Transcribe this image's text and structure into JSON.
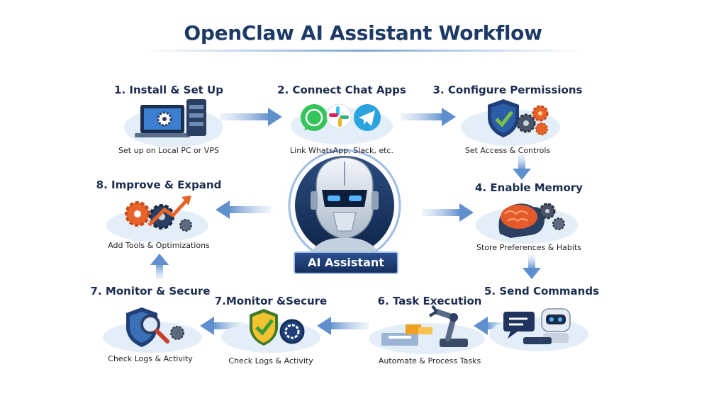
{
  "header": {
    "title": "OpenClaw AI Assistant Workflow"
  },
  "center": {
    "badge": "AI Assistant"
  },
  "steps": [
    {
      "title": "1. Install & Set Up",
      "caption": "Set up on Local PC or VPS",
      "icon": "laptop-server-gear-icon"
    },
    {
      "title": "2. Connect Chat Apps",
      "caption": "Link WhatsApp, Slack, etc.",
      "icon": "chat-apps-icon"
    },
    {
      "title": "3. Configure Permissions",
      "caption": "Set Access & Controls",
      "icon": "shield-check-gears-icon"
    },
    {
      "title": "4. Enable Memory",
      "caption": "Store Preferences & Habits",
      "icon": "brain-gears-icon"
    },
    {
      "title": "5. Send Commands",
      "caption": "",
      "icon": "robot-chat-icon"
    },
    {
      "title": "6. Task Execution",
      "caption": "Automate & Process Tasks",
      "icon": "robot-arm-icon"
    },
    {
      "title": "7.Monitor &Secure",
      "caption": "Check Logs & Activity",
      "icon": "shield-check-gear-icon"
    },
    {
      "title": "7. Monitor & Secure",
      "caption": "Check Logs & Activity",
      "icon": "shield-magnifier-icon"
    },
    {
      "title": "8. Improve & Expand",
      "caption": "Add Tools & Optimizations",
      "icon": "gears-growth-arrow-icon"
    }
  ],
  "colors": {
    "navy": "#1d3a66",
    "accent": "#2f6fbf",
    "arrow": "#7ea6d8",
    "orange": "#e8632a",
    "green": "#6fb43a"
  }
}
